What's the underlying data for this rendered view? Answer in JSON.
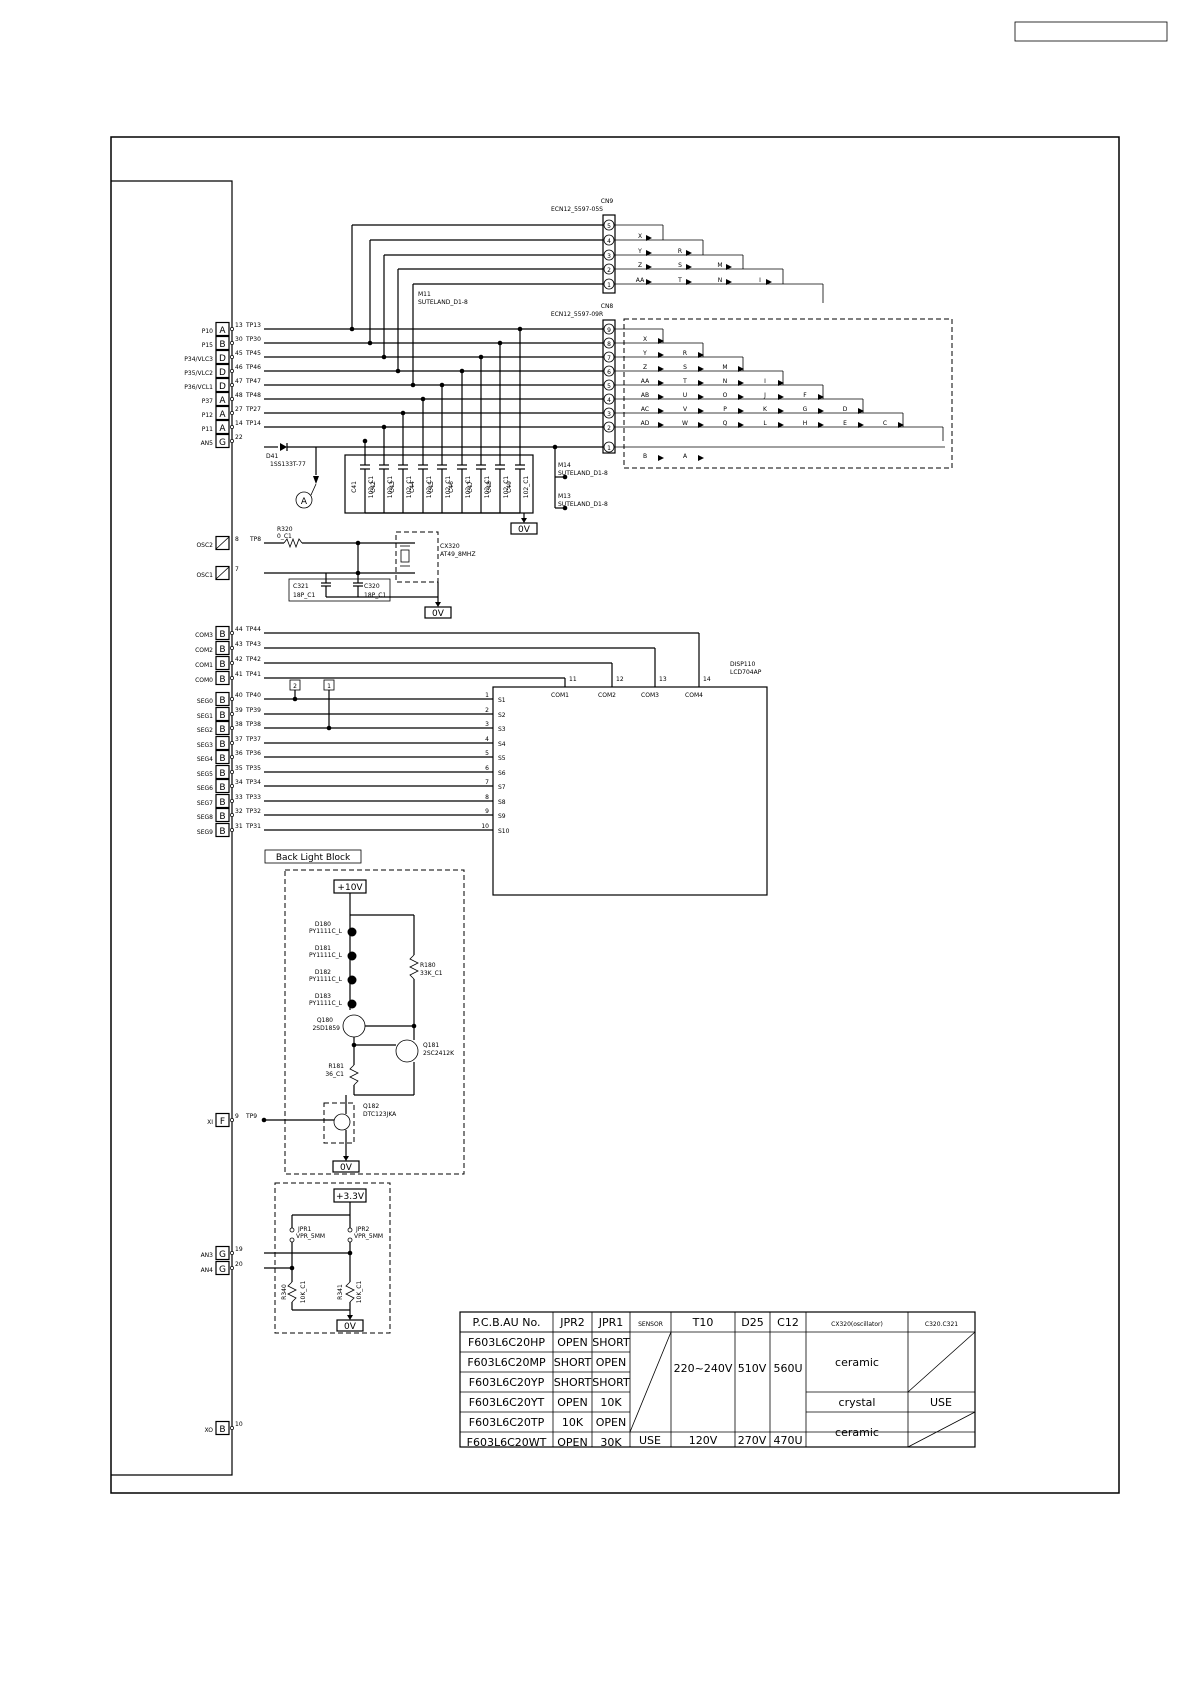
{
  "header_box_text": "",
  "mcu_pins": [
    {
      "name": "P10",
      "letter": "A",
      "pin": "13",
      "tp": "TP13"
    },
    {
      "name": "P15",
      "letter": "B",
      "pin": "30",
      "tp": "TP30"
    },
    {
      "name": "P34/VLC3",
      "letter": "D",
      "pin": "45",
      "tp": "TP45"
    },
    {
      "name": "P35/VLC2",
      "letter": "D",
      "pin": "46",
      "tp": "TP46"
    },
    {
      "name": "P36/VCL1",
      "letter": "D",
      "pin": "47",
      "tp": "TP47"
    },
    {
      "name": "P37",
      "letter": "A",
      "pin": "48",
      "tp": "TP48"
    },
    {
      "name": "P12",
      "letter": "A",
      "pin": "27",
      "tp": "TP27"
    },
    {
      "name": "P11",
      "letter": "A",
      "pin": "14",
      "tp": "TP14"
    },
    {
      "name": "AN5",
      "letter": "G",
      "pin": "22",
      "tp": ""
    }
  ],
  "osc_pins": [
    {
      "name": "OSC2",
      "pin": "8",
      "tp": "TP8"
    },
    {
      "name": "OSC1",
      "pin": "7",
      "tp": ""
    }
  ],
  "com_pins": [
    {
      "name": "COM3",
      "letter": "B",
      "pin": "44",
      "tp": "TP44"
    },
    {
      "name": "COM2",
      "letter": "B",
      "pin": "43",
      "tp": "TP43"
    },
    {
      "name": "COM1",
      "letter": "B",
      "pin": "42",
      "tp": "TP42"
    },
    {
      "name": "COM0",
      "letter": "B",
      "pin": "41",
      "tp": "TP41"
    }
  ],
  "seg_pins": [
    {
      "name": "SEG0",
      "letter": "B",
      "pin": "40",
      "tp": "TP40",
      "lcd_num": "1",
      "lcd_s": "S1"
    },
    {
      "name": "SEG1",
      "letter": "B",
      "pin": "39",
      "tp": "TP39",
      "lcd_num": "2",
      "lcd_s": "S2"
    },
    {
      "name": "SEG2",
      "letter": "B",
      "pin": "38",
      "tp": "TP38",
      "lcd_num": "3",
      "lcd_s": "S3"
    },
    {
      "name": "SEG3",
      "letter": "B",
      "pin": "37",
      "tp": "TP37",
      "lcd_num": "4",
      "lcd_s": "S4"
    },
    {
      "name": "SEG4",
      "letter": "B",
      "pin": "36",
      "tp": "TP36",
      "lcd_num": "5",
      "lcd_s": "S5"
    },
    {
      "name": "SEG5",
      "letter": "B",
      "pin": "35",
      "tp": "TP35",
      "lcd_num": "6",
      "lcd_s": "S6"
    },
    {
      "name": "SEG6",
      "letter": "B",
      "pin": "34",
      "tp": "TP34",
      "lcd_num": "7",
      "lcd_s": "S7"
    },
    {
      "name": "SEG7",
      "letter": "B",
      "pin": "33",
      "tp": "TP33",
      "lcd_num": "8",
      "lcd_s": "S8"
    },
    {
      "name": "SEG8",
      "letter": "B",
      "pin": "32",
      "tp": "TP32",
      "lcd_num": "9",
      "lcd_s": "S9"
    },
    {
      "name": "SEG9",
      "letter": "B",
      "pin": "31",
      "tp": "TP31",
      "lcd_num": "10",
      "lcd_s": "S10"
    }
  ],
  "xi_pin": {
    "name": "XI",
    "letter": "F",
    "pin": "9",
    "tp": "TP9"
  },
  "an_pins": [
    {
      "name": "AN3",
      "letter": "G",
      "pin": "19"
    },
    {
      "name": "AN4",
      "letter": "G",
      "pin": "20"
    }
  ],
  "xo_pin": {
    "name": "XO",
    "letter": "B",
    "pin": "10"
  },
  "cn9": {
    "ref": "CN9",
    "part": "ECN12_5597-05S",
    "pins": [
      "5",
      "4",
      "3",
      "2",
      "1"
    ]
  },
  "cn8": {
    "ref": "CN8",
    "part": "ECN12_5597-09R",
    "pins": [
      "9",
      "8",
      "7",
      "6",
      "5",
      "4",
      "3",
      "2",
      "1"
    ]
  },
  "cn9_matrix": [
    [
      "X"
    ],
    [
      "Y",
      "R"
    ],
    [
      "Z",
      "S",
      "M"
    ],
    [
      "AA",
      "T",
      "N",
      "I"
    ]
  ],
  "cn8_matrix": [
    [
      "X"
    ],
    [
      "Y",
      "R"
    ],
    [
      "Z",
      "S",
      "M"
    ],
    [
      "AA",
      "T",
      "N",
      "I"
    ],
    [
      "AB",
      "U",
      "O",
      "J",
      "F"
    ],
    [
      "AC",
      "V",
      "P",
      "K",
      "G",
      "D"
    ],
    [
      "AD",
      "W",
      "Q",
      "L",
      "H",
      "E",
      "C"
    ],
    [
      "B",
      "A"
    ]
  ],
  "m11": {
    "ref": "M11",
    "part": "SUTELAND_D1-8"
  },
  "m14": {
    "ref": "M14",
    "part": "SUTELAND_D1-8"
  },
  "m13": {
    "ref": "M13",
    "part": "SUTELAND_D1-8"
  },
  "d41": {
    "ref": "D41",
    "part": "1SS133T-77"
  },
  "point_a": "A",
  "caps": [
    "C41",
    "C42",
    "C43",
    "C44",
    "C45",
    "C46",
    "C47",
    "C48",
    "C49"
  ],
  "cap_value": "102_C1",
  "gnd_label": "0V",
  "r320": {
    "ref": "R320",
    "value": "0_C1"
  },
  "cx320": {
    "ref": "CX320",
    "value": "AT49_8MHZ"
  },
  "c321": {
    "ref": "C321",
    "value": "18P_C1"
  },
  "c320": {
    "ref": "C320",
    "value": "18P_C1"
  },
  "lcd": {
    "ref": "DISP110",
    "part": "LCD704AP",
    "com_nums": [
      "11",
      "12",
      "13",
      "14"
    ],
    "com_labels": [
      "COM1",
      "COM2",
      "COM3",
      "COM4"
    ]
  },
  "flags": [
    "2",
    "1"
  ],
  "backlight": {
    "title": "Back Light Block",
    "supply": "+10V",
    "leds": [
      {
        "ref": "D180",
        "part": "PY1111C_L"
      },
      {
        "ref": "D181",
        "part": "PY1111C_L"
      },
      {
        "ref": "D182",
        "part": "PY1111C_L"
      },
      {
        "ref": "D183",
        "part": "PY1111C_L"
      }
    ],
    "r180": {
      "ref": "R180",
      "value": "33K_C1"
    },
    "q180": {
      "ref": "Q180",
      "part": "2SD1859"
    },
    "q181": {
      "ref": "Q181",
      "part": "2SC2412K"
    },
    "r181": {
      "ref": "R181",
      "value": "36_C1"
    },
    "q182": {
      "ref": "Q182",
      "part": "DTC123JKA"
    }
  },
  "jumper_block": {
    "supply": "+3.3V",
    "jpr1": {
      "ref": "JPR1",
      "value": "VPR_5MM"
    },
    "jpr2": {
      "ref": "JPR2",
      "value": "VPR_5MM"
    },
    "r340": {
      "ref": "R340",
      "value": "10K_C1"
    },
    "r341": {
      "ref": "R341",
      "value": "10K_C1"
    }
  },
  "table": {
    "headers": [
      "P.C.B.AU No.",
      "JPR2",
      "JPR1",
      "SENSOR",
      "T10",
      "D25",
      "C12",
      "CX320(oscillator)",
      "C320.C321"
    ],
    "rows": [
      {
        "pcb": "F603L6C20HP",
        "jpr2": "OPEN",
        "jpr1": "SHORT"
      },
      {
        "pcb": "F603L6C20MP",
        "jpr2": "SHORT",
        "jpr1": "OPEN"
      },
      {
        "pcb": "F603L6C20YP",
        "jpr2": "SHORT",
        "jpr1": "SHORT"
      },
      {
        "pcb": "F603L6C20YT",
        "jpr2": "OPEN",
        "jpr1": "10K"
      },
      {
        "pcb": "F603L6C20TP",
        "jpr2": "10K",
        "jpr1": "OPEN"
      },
      {
        "pcb": "F603L6C20WT",
        "jpr2": "OPEN",
        "jpr1": "30K"
      }
    ],
    "t10_group": "220~240V",
    "d25_group": "510V",
    "c12_group": "560U",
    "cx_ceramic_top": "ceramic",
    "cx_crystal": "crystal",
    "cx_ceramic_bottom": "ceramic",
    "c320_use": "USE",
    "wt_sensor": "USE",
    "wt_t10": "120V",
    "wt_d25": "270V",
    "wt_c12": "470U"
  }
}
